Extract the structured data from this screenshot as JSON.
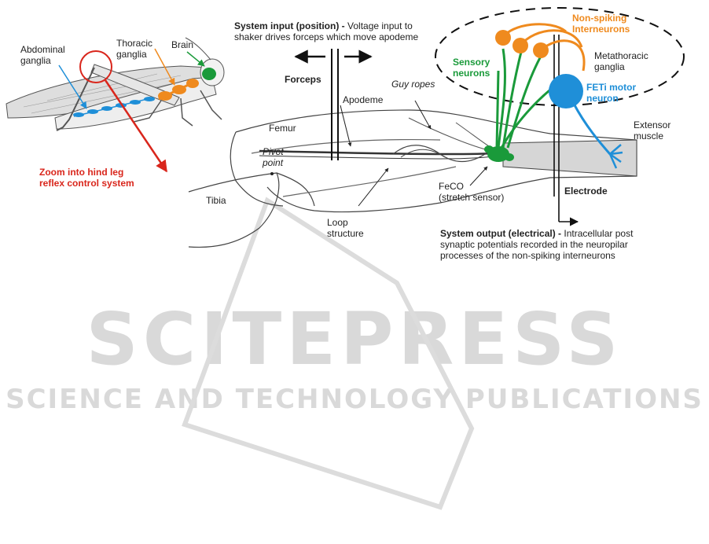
{
  "labels": {
    "abdominal_ganglia": [
      "Abdominal",
      "ganglia"
    ],
    "thoracic_ganglia": [
      "Thoracic",
      "ganglia"
    ],
    "brain": "Brain",
    "zoom": [
      "Zoom into hind leg",
      "reflex control system"
    ],
    "system_input_bold": "System input (position) -",
    "system_input_rest": " Voltage input to",
    "system_input_line2": "shaker drives forceps which move apodeme",
    "forceps": "Forceps",
    "apodeme": "Apodeme",
    "guy_ropes": "Guy ropes",
    "femur": "Femur",
    "pivot_point": [
      "Pivot",
      "point"
    ],
    "tibia": "Tibia",
    "loop_structure": [
      "Loop",
      "structure"
    ],
    "feco": [
      "FeCO",
      "(stretch sensor)"
    ],
    "electrode": "Electrode",
    "extensor_muscle": [
      "Extensor",
      "muscle"
    ],
    "sensory_neurons": [
      "Sensory",
      "neurons"
    ],
    "non_spiking": [
      "Non-spiking",
      "Interneurons"
    ],
    "metathoracic": [
      "Metathoracic",
      "ganglia"
    ],
    "feti_motor": [
      "FETi motor",
      "neuron"
    ],
    "system_output_bold": "System output (electrical) -",
    "system_output_rest": " Intracellular post",
    "system_output_line2": "synaptic potentials recorded in the neuropilar",
    "system_output_line3": "processes of the non-spiking interneurons"
  },
  "watermark": {
    "main": "SCITEPRESS",
    "sub": "SCIENCE AND TECHNOLOGY PUBLICATIONS"
  },
  "colors": {
    "red": "#d9261c",
    "green": "#1a9a3a",
    "orange": "#ef8a1e",
    "blue": "#1f8fd8"
  }
}
